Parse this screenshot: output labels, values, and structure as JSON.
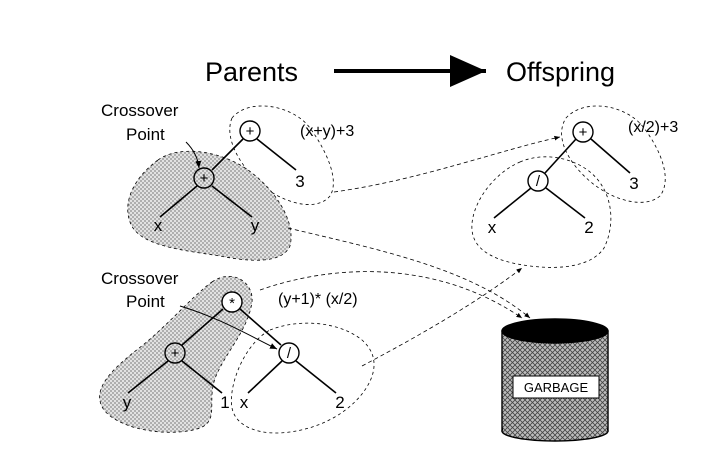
{
  "header": {
    "parents": "Parents",
    "offspring": "Offspring"
  },
  "parent1": {
    "crossover_label_line1": "Crossover",
    "crossover_label_line2": "Point",
    "expression": "(x+y)+3",
    "root": "+",
    "inner": "+",
    "leaf_3": "3",
    "leaf_x": "x",
    "leaf_y": "y"
  },
  "parent2": {
    "crossover_label_line1": "Crossover",
    "crossover_label_line2": "Point",
    "expression": "(y+1)* (x/2)",
    "root": "*",
    "left_inner": "+",
    "right_inner": "/",
    "leaf_y": "y",
    "leaf_1": "1",
    "leaf_x": "x",
    "leaf_2": "2"
  },
  "offspring": {
    "expression": "(x/2)+3",
    "root": "+",
    "inner": "/",
    "leaf_3": "3",
    "leaf_x": "x",
    "leaf_2": "2"
  },
  "garbage": {
    "label": "GARBAGE"
  }
}
